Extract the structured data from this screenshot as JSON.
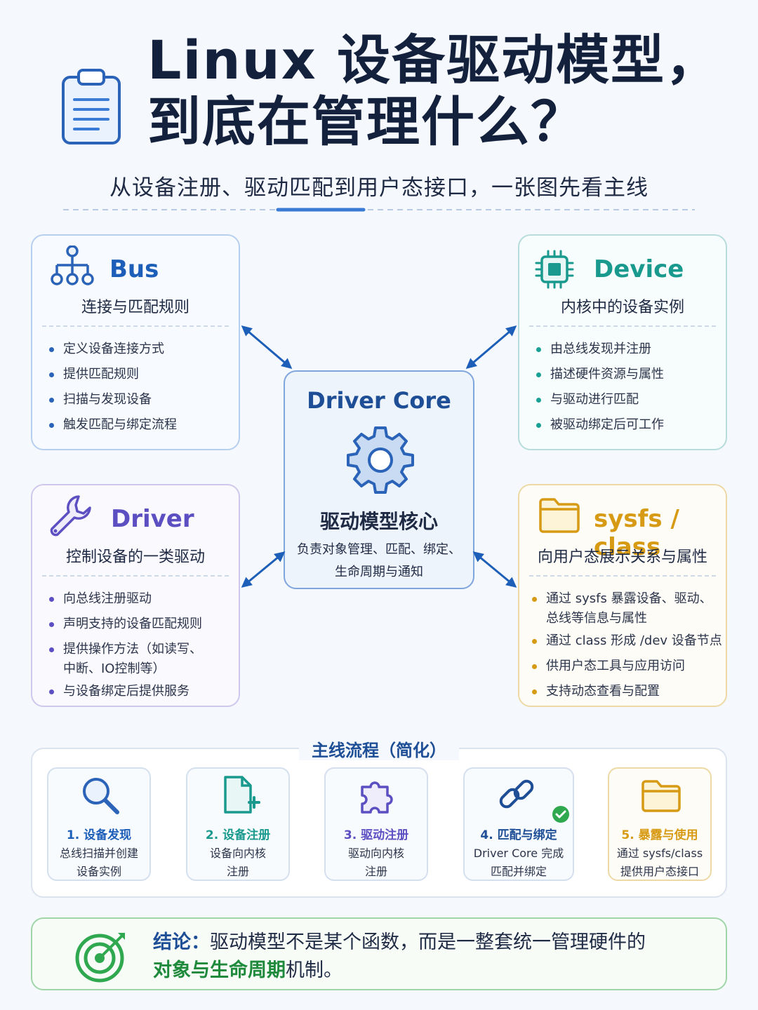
{
  "header": {
    "title_line1": "Linux 设备驱动模型，",
    "title_line2": "到底在管理什么？",
    "subtitle": "从设备注册、驱动匹配到用户态接口，一张图先看主线",
    "icon": "clipboard-icon"
  },
  "cards": {
    "bus": {
      "title": "Bus",
      "desc": "连接与匹配规则",
      "icon": "hierarchy-icon",
      "items": [
        "定义设备连接方式",
        "提供匹配规则",
        "扫描与发现设备",
        "触发匹配与绑定流程"
      ]
    },
    "device": {
      "title": "Device",
      "desc": "内核中的设备实例",
      "icon": "chip-icon",
      "items": [
        "由总线发现并注册",
        "描述硬件资源与属性",
        "与驱动进行匹配",
        "被驱动绑定后可工作"
      ]
    },
    "driver": {
      "title": "Driver",
      "desc": "控制设备的一类驱动",
      "icon": "wrench-icon",
      "items": [
        "向总线注册驱动",
        "声明支持的设备匹配规则",
        "提供操作方法（如读写、",
        "中断、IO控制等）",
        "与设备绑定后提供服务"
      ]
    },
    "sysfs": {
      "title": "sysfs / class",
      "desc": "向用户态展示关系与属性",
      "icon": "folder-icon",
      "items": [
        "通过 sysfs 暴露设备、驱动、",
        "总线等信息与属性",
        "通过 class 形成 /dev 设备节点",
        "供用户态工具与应用访问",
        "支持动态查看与配置"
      ]
    }
  },
  "core": {
    "title": "Driver Core",
    "subtitle": "驱动模型核心",
    "body_line1": "负责对象管理、匹配、绑定、",
    "body_line2": "生命周期与通知",
    "icon": "gear-icon"
  },
  "flow": {
    "title": "主线流程（简化）",
    "steps": [
      {
        "label": "1. 设备发现",
        "desc1": "总线扫描并创建",
        "desc2": "设备实例",
        "icon": "search-icon"
      },
      {
        "label": "2. 设备注册",
        "desc1": "设备向内核",
        "desc2": "注册",
        "icon": "file-add-icon"
      },
      {
        "label": "3. 驱动注册",
        "desc1": "驱动向内核",
        "desc2": "注册",
        "icon": "puzzle-icon"
      },
      {
        "label": "4. 匹配与绑定",
        "desc1": "Driver Core 完成",
        "desc2": "匹配并绑定",
        "icon": "link-icon"
      },
      {
        "label": "5. 暴露与使用",
        "desc1": "通过 sysfs/class",
        "desc2": "提供用户态接口",
        "icon": "folder-icon"
      }
    ]
  },
  "conclusion": {
    "lead": "结论：",
    "text1": "驱动模型不是某个函数，而是一整套统一管理硬件的",
    "highlight": "对象与生命周期",
    "text2": "机制。",
    "icon": "target-icon"
  },
  "colors": {
    "bus": "#1d5fb8",
    "device": "#1a9a8e",
    "driver": "#5b4fc2",
    "sysfs": "#d79a14",
    "core": "#1d4e96",
    "conclusion": "#1f8a3c"
  }
}
